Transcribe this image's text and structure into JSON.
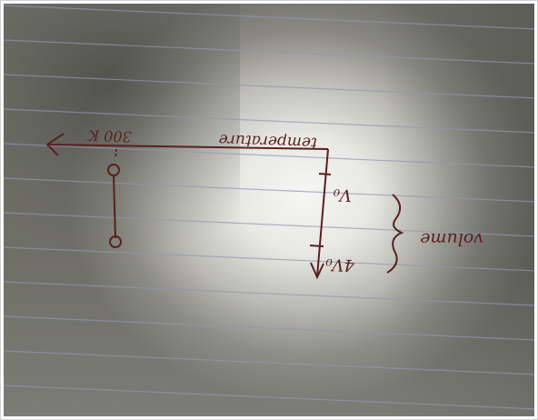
{
  "sketch": {
    "axis_label": "temperature",
    "tick_label": "300 K",
    "volume_label": "volume",
    "tick_v0": "V₀",
    "tick_4v0": "4V₀"
  },
  "colors": {
    "ink": "#5a1f1f",
    "rule_line": "#8f97b8",
    "paper": "#ececE7"
  }
}
